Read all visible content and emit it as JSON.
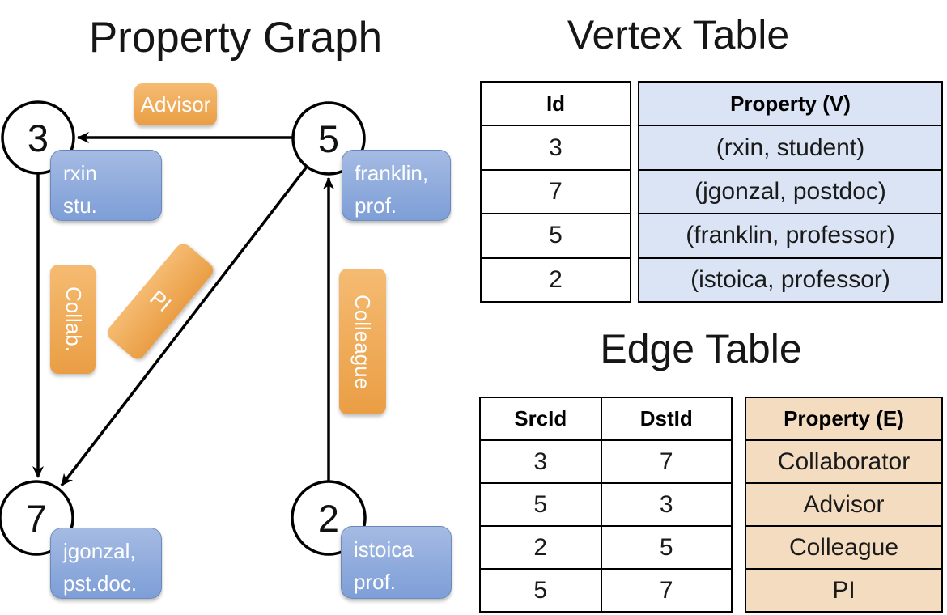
{
  "graph": {
    "title": "Property Graph",
    "nodes": [
      {
        "id": "3",
        "property": [
          "rxin",
          "stu."
        ]
      },
      {
        "id": "5",
        "property": [
          "franklin,",
          "prof."
        ]
      },
      {
        "id": "7",
        "property": [
          "jgonzal,",
          "pst.doc."
        ]
      },
      {
        "id": "2",
        "property": [
          "istoica",
          "prof."
        ]
      }
    ],
    "edges": [
      {
        "src": "5",
        "dst": "3",
        "label": "Advisor"
      },
      {
        "src": "3",
        "dst": "7",
        "label": "Collab."
      },
      {
        "src": "5",
        "dst": "7",
        "label": "PI"
      },
      {
        "src": "2",
        "dst": "5",
        "label": "Colleague"
      }
    ]
  },
  "vertex_table": {
    "title": "Vertex Table",
    "columns": {
      "id": "Id",
      "property": "Property (V)"
    },
    "rows": [
      {
        "id": "3",
        "property": "(rxin, student)"
      },
      {
        "id": "7",
        "property": "(jgonzal, postdoc)"
      },
      {
        "id": "5",
        "property": "(franklin, professor)"
      },
      {
        "id": "2",
        "property": "(istoica, professor)"
      }
    ]
  },
  "edge_table": {
    "title": "Edge Table",
    "columns": {
      "src": "SrcId",
      "dst": "DstId",
      "property": "Property (E)"
    },
    "rows": [
      {
        "src": "3",
        "dst": "7",
        "property": "Collaborator"
      },
      {
        "src": "5",
        "dst": "3",
        "property": "Advisor"
      },
      {
        "src": "2",
        "dst": "5",
        "property": "Colleague"
      },
      {
        "src": "5",
        "dst": "7",
        "property": "PI"
      }
    ]
  },
  "colors": {
    "orange_top": "#f5bb72",
    "orange_bottom": "#ea9e44",
    "blue_top": "#a5bbe3",
    "blue_bottom": "#7d9ed7",
    "vertex_property_fill": "#dbe4f4",
    "edge_property_fill": "#f4dcc1",
    "line": "#000000"
  }
}
